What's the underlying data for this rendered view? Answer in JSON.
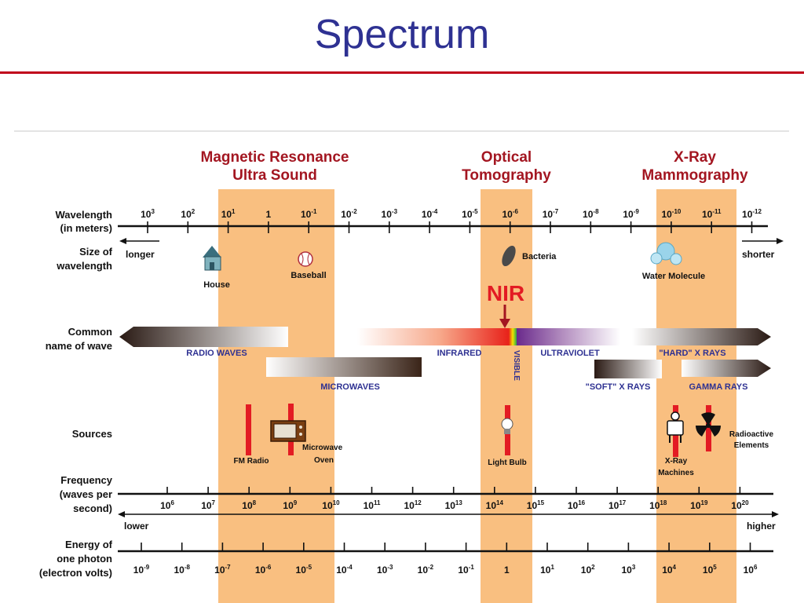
{
  "slide_title": "Spectrum",
  "colors": {
    "title": "#2e3192",
    "rule": "#c0001a",
    "band": "#f9bf80",
    "label_red": "#a31621",
    "label_blue": "#2e3192",
    "nir": "#e31b23",
    "source_bar": "#e31b23"
  },
  "bands": [
    {
      "id": "mr",
      "line1": "Magnetic Resonance",
      "line2": "Ultra Sound"
    },
    {
      "id": "opt",
      "line1": "Optical",
      "line2": "Tomography"
    },
    {
      "id": "xray",
      "line1": "X-Ray",
      "line2": "Mammography"
    }
  ],
  "row_labels": {
    "wavelength": [
      "Wavelength",
      "(in meters)"
    ],
    "size": [
      "Size of",
      "wavelength"
    ],
    "common": [
      "Common",
      "name of wave"
    ],
    "sources": [
      "Sources"
    ],
    "frequency": [
      "Frequency",
      "(waves per",
      "second)"
    ],
    "energy": [
      "Energy of",
      "one photon",
      "(electron volts)"
    ]
  },
  "wavelength_ticks": [
    {
      "b": "10",
      "e": "3"
    },
    {
      "b": "10",
      "e": "2"
    },
    {
      "b": "10",
      "e": "1"
    },
    {
      "b": "1",
      "e": ""
    },
    {
      "b": "10",
      "e": "-1"
    },
    {
      "b": "10",
      "e": "-2"
    },
    {
      "b": "10",
      "e": "-3"
    },
    {
      "b": "10",
      "e": "-4"
    },
    {
      "b": "10",
      "e": "-5"
    },
    {
      "b": "10",
      "e": "-6"
    },
    {
      "b": "10",
      "e": "-7"
    },
    {
      "b": "10",
      "e": "-8"
    },
    {
      "b": "10",
      "e": "-9"
    },
    {
      "b": "10",
      "e": "-10"
    },
    {
      "b": "10",
      "e": "-11"
    },
    {
      "b": "10",
      "e": "-12"
    }
  ],
  "size_ends": {
    "left": "longer",
    "right": "shorter"
  },
  "objects": {
    "house": "House",
    "baseball": "Baseball",
    "bacteria": "Bacteria",
    "water": "Water Molecule"
  },
  "nir": "NIR",
  "waves": {
    "radio": "RADIO WAVES",
    "infrared": "INFRARED",
    "visible": "VISIBLE",
    "ultraviolet": "ULTRAVIOLET",
    "hard_xrays": "\"HARD\" X RAYS",
    "microwaves": "MICROWAVES",
    "soft_xrays": "\"SOFT\" X RAYS",
    "gamma": "GAMMA RAYS"
  },
  "sources": {
    "fm": "FM Radio",
    "microwave": [
      "Microwave",
      "Oven"
    ],
    "bulb": "Light Bulb",
    "xray": [
      "X-Ray",
      "Machines"
    ],
    "radioactive": [
      "Radioactive",
      "Elements"
    ]
  },
  "frequency_ticks": [
    {
      "b": "10",
      "e": "6"
    },
    {
      "b": "10",
      "e": "7"
    },
    {
      "b": "10",
      "e": "8"
    },
    {
      "b": "10",
      "e": "9"
    },
    {
      "b": "10",
      "e": "10"
    },
    {
      "b": "10",
      "e": "11"
    },
    {
      "b": "10",
      "e": "12"
    },
    {
      "b": "10",
      "e": "13"
    },
    {
      "b": "10",
      "e": "14"
    },
    {
      "b": "10",
      "e": "15"
    },
    {
      "b": "10",
      "e": "16"
    },
    {
      "b": "10",
      "e": "17"
    },
    {
      "b": "10",
      "e": "18"
    },
    {
      "b": "10",
      "e": "19"
    },
    {
      "b": "10",
      "e": "20"
    }
  ],
  "frequency_ends": {
    "left": "lower",
    "right": "higher"
  },
  "energy_ticks": [
    {
      "b": "10",
      "e": "-9"
    },
    {
      "b": "10",
      "e": "-8"
    },
    {
      "b": "10",
      "e": "-7"
    },
    {
      "b": "10",
      "e": "-6"
    },
    {
      "b": "10",
      "e": "-5"
    },
    {
      "b": "10",
      "e": "-4"
    },
    {
      "b": "10",
      "e": "-3"
    },
    {
      "b": "10",
      "e": "-2"
    },
    {
      "b": "10",
      "e": "-1"
    },
    {
      "b": "1",
      "e": ""
    },
    {
      "b": "10",
      "e": "1"
    },
    {
      "b": "10",
      "e": "2"
    },
    {
      "b": "10",
      "e": "3"
    },
    {
      "b": "10",
      "e": "4"
    },
    {
      "b": "10",
      "e": "5"
    },
    {
      "b": "10",
      "e": "6"
    }
  ]
}
